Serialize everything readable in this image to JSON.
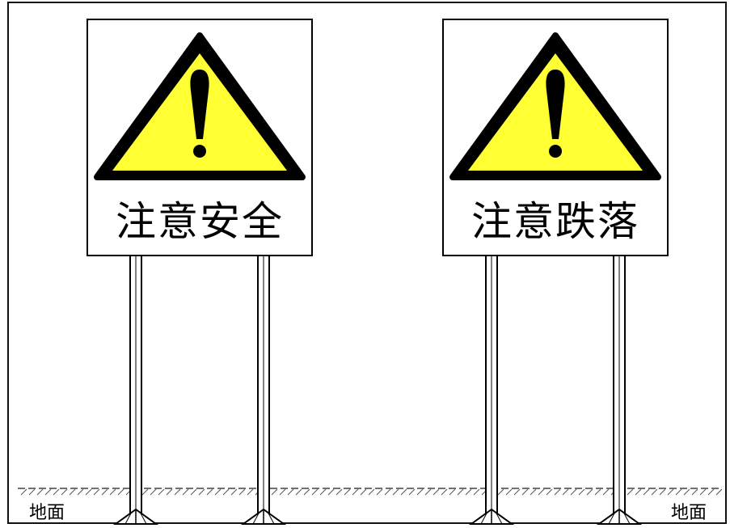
{
  "signs": [
    {
      "text": "注意安全",
      "triangle_color": "#ffff33",
      "mark": "!"
    },
    {
      "text": "注意跌落",
      "triangle_color": "#ffff33",
      "mark": "!"
    }
  ],
  "ground": {
    "left_label": "地面",
    "right_label": "地面"
  },
  "colors": {
    "sign_yellow": "#ffff33",
    "outline": "#000000",
    "background": "#ffffff"
  }
}
